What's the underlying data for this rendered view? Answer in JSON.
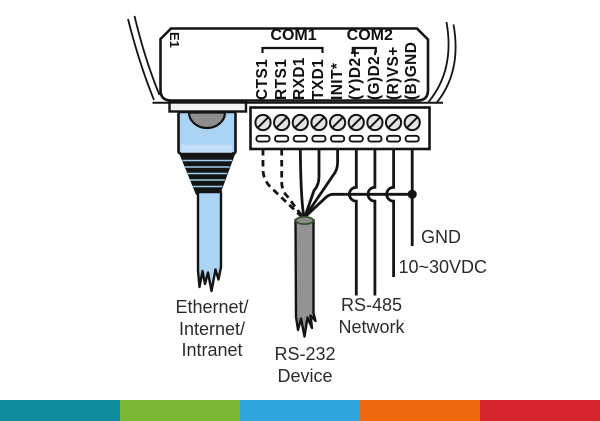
{
  "device": {
    "side_label": "E1",
    "com1_label": "COM1",
    "com2_label": "COM2",
    "terminals": [
      "CTS1",
      "RTS1",
      "RXD1",
      "TXD1",
      "INIT*",
      "(Y)D2+",
      "(G)D2-",
      "(R)VS+",
      "(B)GND"
    ]
  },
  "labels": {
    "ethernet_lines": [
      "Ethernet/",
      "Internet/",
      "Intranet"
    ],
    "rs232_lines": [
      "RS-232",
      "Device"
    ],
    "rs485_lines": [
      "RS-485",
      "Network"
    ],
    "gnd": "GND",
    "power": "10~30VDC"
  },
  "colors": {
    "outline": "#141414",
    "cable_blue": "#abd4f4",
    "cable_blue_light": "#c3dff7",
    "cable_gray": "#939393",
    "latch_gray": "#8e8e8e",
    "screw_fill": "#e4e4e4",
    "stripes": [
      "#0d8a9c",
      "#79b734",
      "#2fa4dc",
      "#eb690c",
      "#d3252b"
    ]
  }
}
